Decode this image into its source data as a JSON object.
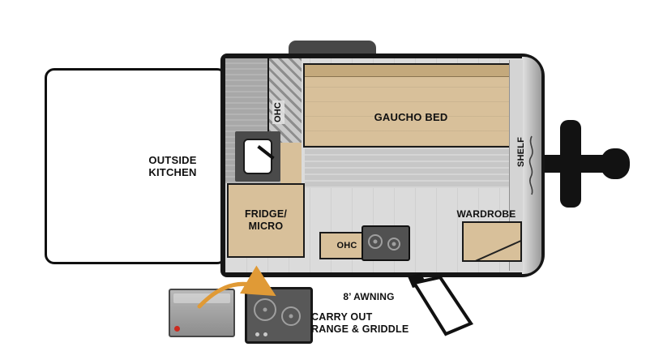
{
  "floorplan": {
    "labels": {
      "outside_kitchen_line1": "OUTSIDE",
      "outside_kitchen_line2": "KITCHEN",
      "ohc_left": "OHC",
      "gaucho_bed": "GAUCHO BED",
      "shelf": "SHELF",
      "fridge_micro_line1": "FRIDGE/",
      "fridge_micro_line2": "MICRO",
      "wardrobe": "WARDROBE",
      "ohc_bottom": "OHC",
      "awning": "8’ AWNING",
      "carry_out_line1": "CARRY OUT",
      "carry_out_line2": "RANGE & GRIDDLE"
    }
  },
  "colors": {
    "accent_orange": "#E09A36",
    "wood_tan": "#D8C09A",
    "floor_gray": "#DBDBDB",
    "counter_gray": "#A8A8A8",
    "appliance_dark": "#4A4A4A",
    "shell_black": "#161616"
  }
}
